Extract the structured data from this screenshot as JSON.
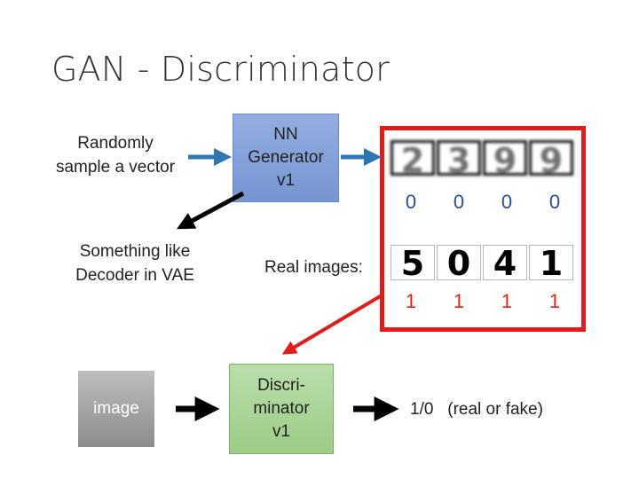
{
  "title": "GAN - Discriminator",
  "left_labels": {
    "sample": [
      "Randomly",
      "sample a vector"
    ],
    "decoder": [
      "Something like",
      "Decoder in VAE"
    ]
  },
  "generator": [
    "NN",
    "Generator",
    "v1"
  ],
  "real_images_label": "Real images:",
  "fake_digits": [
    "2",
    "3",
    "9",
    "9"
  ],
  "fake_scores": [
    "0",
    "0",
    "0",
    "0"
  ],
  "real_digits": [
    "5",
    "0",
    "4",
    "1"
  ],
  "real_scores": [
    "1",
    "1",
    "1",
    "1"
  ],
  "input_image": "image",
  "discriminator": [
    "Discri-",
    "minator",
    "v1"
  ],
  "output": "1/0   (real or fake)",
  "colors": {
    "generator_box": "#7f9fd8",
    "discriminator_box": "#a9d49a",
    "image_box": "#a6a6a6",
    "blue_arrow": "#2e75b6",
    "red_frame": "#e21b1b",
    "red_arrow": "#e21b1b",
    "fake_score": "#2e4f8d",
    "real_score": "#e0241b"
  }
}
